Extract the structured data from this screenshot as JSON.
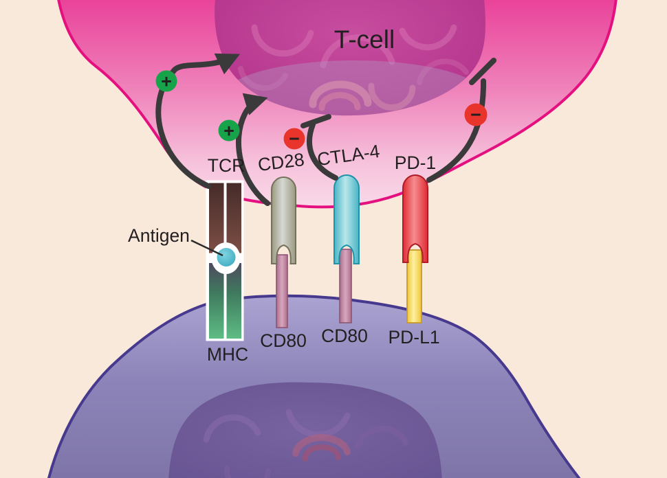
{
  "labels": {
    "t_cell": "T-cell",
    "tcr": "TCR",
    "cd28": "CD28",
    "ctla4": "CTLA-4",
    "pd1": "PD-1",
    "antigen": "Antigen",
    "mhc": "MHC",
    "cd80_left": "CD80",
    "cd80_right": "CD80",
    "pdl1": "PD-L1"
  },
  "signs": {
    "plus": "+",
    "minus": "−"
  },
  "colors": {
    "background": "#f9e9da",
    "tcell_fill": "#f0569f",
    "tcell_border": "#e5107f",
    "tcell_nucleus": "#b93890",
    "apc_fill": "#8d85b9",
    "apc_border": "#46398e",
    "apc_nucleus": "#6d5a9b",
    "tcr_receptor": "#6b4038",
    "mhc_molecule": "#4aa876",
    "antigen_dot": "#4cb9ce",
    "cd28_receptor": "#a7a48c",
    "ctla4_receptor": "#5cc6d4",
    "pd1_receptor": "#e9343d",
    "cd80_ligand": "#bd7f9d",
    "pdl1_ligand": "#f8d447",
    "arrow": "#3a3a3a",
    "plus_badge": "#17a34a",
    "minus_badge": "#e8342b",
    "sign_color": "#141414",
    "label_text": "#231f20"
  }
}
